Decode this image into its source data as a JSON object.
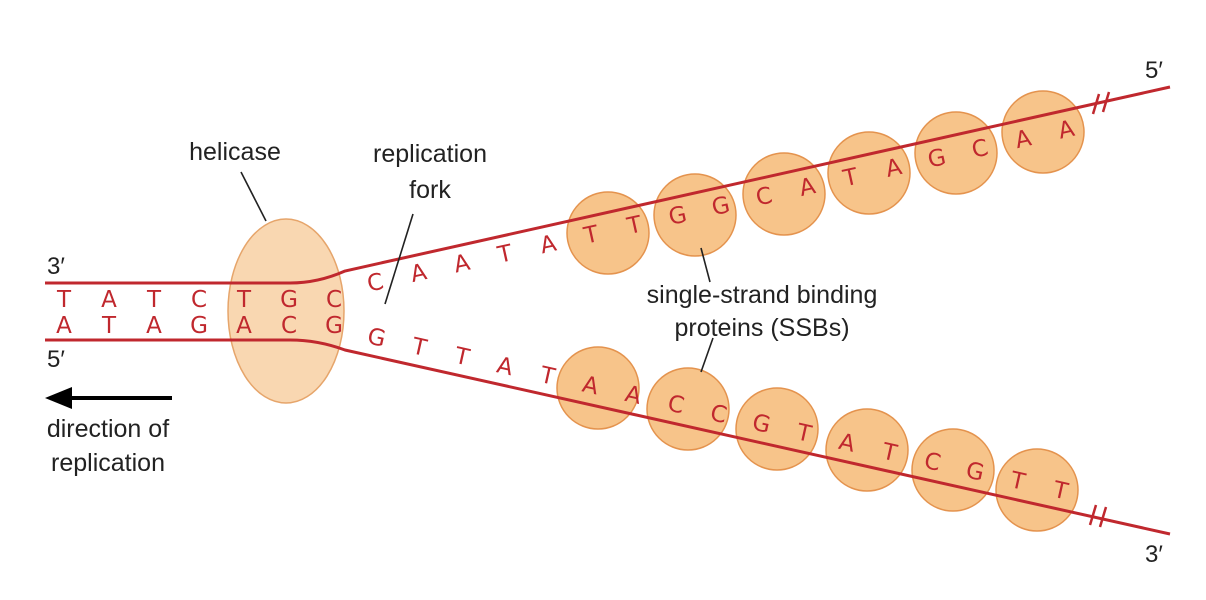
{
  "colors": {
    "strand": "#c0282e",
    "base_text": "#c0282e",
    "protein_fill": "#f7c48a",
    "protein_edge": "#e4934e",
    "helicase_fill": "#f9d7b1",
    "helicase_edge": "#e6a56b",
    "label": "#222222"
  },
  "ends": {
    "top_left": "3′",
    "bottom_left": "5′",
    "top_right": "5′",
    "bottom_right": "3′"
  },
  "labels": {
    "helicase": "helicase",
    "fork_line1": "replication",
    "fork_line2": "fork",
    "ssb_line1": "single-strand binding",
    "ssb_line2": "proteins (SSBs)",
    "direction_line1": "direction of",
    "direction_line2": "replication"
  },
  "sequences": {
    "top_duplex": [
      "T",
      "A",
      "T",
      "C",
      "T",
      "G",
      "C"
    ],
    "bottom_duplex": [
      "A",
      "T",
      "A",
      "G",
      "A",
      "C",
      "G"
    ],
    "top_fork": [
      "C",
      "A",
      "A",
      "T",
      "A",
      "T",
      "T",
      "G",
      "G",
      "C",
      "A",
      "T",
      "A",
      "G",
      "C",
      "A",
      "A"
    ],
    "bottom_fork": [
      "G",
      "T",
      "T",
      "A",
      "T",
      "A",
      "A",
      "C",
      "C",
      "G",
      "T",
      "A",
      "T",
      "C",
      "G",
      "T",
      "T"
    ]
  }
}
